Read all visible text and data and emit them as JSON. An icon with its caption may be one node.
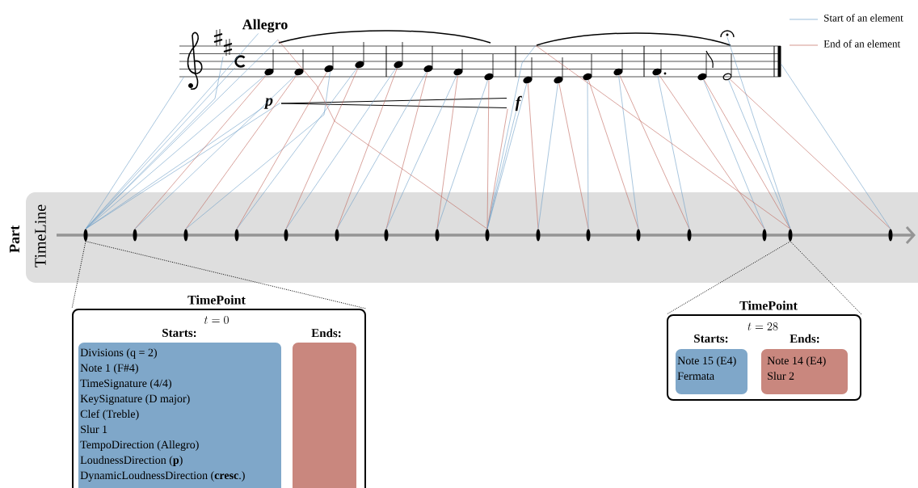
{
  "diagram": {
    "nodes": [
      {
        "text": [
          "Part",
          "TimeLine"
        ]
      },
      {
        "text": [],
        "shape": "bar",
        "in": 0
      },
      {
        "text": [],
        "shape": "bar",
        "in": 0
      },
      {
        "text": [],
        "shape": "bar",
        "in": 0
      },
      {
        "text": [],
        "shape": "bar",
        "in": 0
      },
      {
        "text": [],
        "shape": "bar",
        "in": 0
      },
      {
        "text": [],
        "shape": "bar",
        "in": 0
      },
      {
        "text": [],
        "shape": "bar",
        "in": 0
      },
      {
        "text": [],
        "shape": "bar",
        "in": 0
      },
      {
        "text": [],
        "shape": "bar",
        "in": 0
      },
      {
        "text": [],
        "shape": "bar",
        "in": 0
      },
      {
        "text": [],
        "shape": "bar",
        "in": 0
      },
      {
        "text": [],
        "shape": "bar",
        "in": 0
      },
      {
        "text": [],
        "shape": "bar",
        "in": 0
      },
      {
        "text": [],
        "shape": "bar",
        "in": 0
      },
      {
        "text": [],
        "shape": "bar",
        "in": 0
      },
      {
        "text": [],
        "shape": "bar",
        "in": 0
      },
      {
        "text": [
          "TimePoint",
          "t = 0"
        ]
      },
      {
        "text": [
          "Starts:",
          "Divisions (q = 2)",
          "Note 1 (F#4)",
          "TimeSignature (4/4)",
          "KeySignature (D major)",
          "Clef (Treble)",
          "Slur 1",
          "TempoDirection (Allegro)",
          "LoudnessDirection (**p**)",
          "DynamicLoudnessDirection (**cresc**.)"
        ],
        "in": 17
      },
      {
        "text": [
          "Ends:"
        ],
        "in": 17
      },
      {
        "text": [
          "TimePoint",
          "t = 28"
        ]
      },
      {
        "text": [
          "Starts:",
          "Note 15 (E4)",
          "Fermata"
        ],
        "in": 20
      },
      {
        "text": [
          "Ends:",
          "Note 14 (E4)",
          "Slur 2"
        ],
        "in": 20
      },
      {
        "text": [
          "Allegro"
        ]
      },
      {
        "text": [],
        "shape": "picture"
      },
      {
        "text": [],
        "shape": "picture"
      },
      {
        "text": [],
        "shape": "picture"
      },
      {
        "text": [],
        "shape": "picture"
      },
      {
        "text": [
          "p"
        ]
      },
      {
        "text": [],
        "shape": "picture"
      },
      {
        "text": [],
        "shape": "note"
      },
      {
        "text": [],
        "shape": "note"
      },
      {
        "text": [],
        "shape": "note"
      },
      {
        "text": [],
        "shape": "note"
      },
      {
        "text": [],
        "shape": "note"
      },
      {
        "text": [],
        "shape": "note"
      },
      {
        "text": [],
        "shape": "note"
      },
      {
        "text": [],
        "shape": "note"
      },
      {
        "text": [],
        "shape": "note"
      },
      {
        "text": [],
        "shape": "note"
      },
      {
        "text": [],
        "shape": "note"
      },
      {
        "text": [],
        "shape": "note"
      },
      {
        "text": [],
        "shape": "note"
      },
      {
        "text": [],
        "shape": "note"
      },
      {
        "text": [],
        "shape": "note"
      },
      {
        "text": [
          "f"
        ]
      },
      {
        "text": [],
        "shape": "picture"
      },
      {
        "text": [],
        "shape": "picture"
      },
      {
        "text": [],
        "shape": "bar"
      }
    ],
    "edges": [
      {
        "from": 1,
        "to": 17,
        "arrow": "none",
        "style": "dashed",
        "color": "#000000"
      },
      {
        "from": 1,
        "to": 17,
        "arrow": "none",
        "style": "dashed",
        "color": "#000000"
      },
      {
        "from": 15,
        "to": 20,
        "arrow": "none",
        "style": "dashed",
        "color": "#000000"
      },
      {
        "from": 15,
        "to": 20,
        "arrow": "none",
        "style": "dashed",
        "color": "#000000"
      },
      {
        "from": 23,
        "to": 1,
        "arrow": "none"
      },
      {
        "from": 25,
        "to": 1,
        "arrow": "none"
      },
      {
        "from": 24,
        "to": 1,
        "arrow": "none"
      },
      {
        "from": 26,
        "to": 1,
        "arrow": "none"
      },
      {
        "from": 30,
        "to": 1,
        "arrow": "none"
      },
      {
        "from": 27,
        "to": 1,
        "arrow": "none"
      },
      {
        "from": 28,
        "to": 1,
        "arrow": "none"
      },
      {
        "from": 29,
        "to": 1,
        "arrow": "none"
      },
      {
        "from": 30,
        "to": 2,
        "arrow": "none",
        "color": "#c0675c"
      },
      {
        "from": 31,
        "to": 2,
        "arrow": "none"
      },
      {
        "from": 31,
        "to": 3,
        "arrow": "none",
        "color": "#c0675c"
      },
      {
        "from": 32,
        "to": 3,
        "arrow": "none"
      },
      {
        "from": 32,
        "to": 4,
        "arrow": "none",
        "color": "#c0675c"
      },
      {
        "from": 33,
        "to": 4,
        "arrow": "none"
      },
      {
        "from": 33,
        "to": 5,
        "arrow": "none",
        "color": "#c0675c"
      },
      {
        "from": 34,
        "to": 5,
        "arrow": "none"
      },
      {
        "from": 34,
        "to": 6,
        "arrow": "none",
        "color": "#c0675c"
      },
      {
        "from": 35,
        "to": 6,
        "arrow": "none"
      },
      {
        "from": 35,
        "to": 7,
        "arrow": "none",
        "color": "#c0675c"
      },
      {
        "from": 36,
        "to": 7,
        "arrow": "none"
      },
      {
        "from": 36,
        "to": 8,
        "arrow": "none",
        "color": "#c0675c"
      },
      {
        "from": 37,
        "to": 8,
        "arrow": "none"
      },
      {
        "from": 37,
        "to": 9,
        "arrow": "none",
        "color": "#c0675c"
      },
      {
        "from": 27,
        "to": 9,
        "arrow": "none",
        "color": "#c0675c"
      },
      {
        "from": 29,
        "to": 9,
        "arrow": "none",
        "color": "#c0675c"
      },
      {
        "from": 38,
        "to": 9,
        "arrow": "none"
      },
      {
        "from": 45,
        "to": 9,
        "arrow": "none"
      },
      {
        "from": 46,
        "to": 9,
        "arrow": "none"
      },
      {
        "from": 38,
        "to": 10,
        "arrow": "none",
        "color": "#c0675c"
      },
      {
        "from": 39,
        "to": 10,
        "arrow": "none"
      },
      {
        "from": 39,
        "to": 11,
        "arrow": "none",
        "color": "#c0675c"
      },
      {
        "from": 40,
        "to": 11,
        "arrow": "none"
      },
      {
        "from": 40,
        "to": 12,
        "arrow": "none",
        "color": "#c0675c"
      },
      {
        "from": 41,
        "to": 12,
        "arrow": "none"
      },
      {
        "from": 41,
        "to": 13,
        "arrow": "none",
        "color": "#c0675c"
      },
      {
        "from": 42,
        "to": 13,
        "arrow": "none"
      },
      {
        "from": 42,
        "to": 14,
        "arrow": "none",
        "color": "#c0675c"
      },
      {
        "from": 43,
        "to": 14,
        "arrow": "none"
      },
      {
        "from": 43,
        "to": 15,
        "arrow": "none",
        "color": "#c0675c"
      },
      {
        "from": 44,
        "to": 15,
        "arrow": "none"
      },
      {
        "from": 47,
        "to": 15,
        "arrow": "none"
      },
      {
        "from": 46,
        "to": 15,
        "arrow": "none",
        "color": "#c0675c"
      },
      {
        "from": 44,
        "to": 16,
        "arrow": "none",
        "color": "#c0675c"
      },
      {
        "from": 48,
        "to": 16,
        "arrow": "none"
      }
    ],
    "legend": [
      {
        "text": "Start of an element"
      },
      {
        "text": "End of an element"
      }
    ]
  }
}
